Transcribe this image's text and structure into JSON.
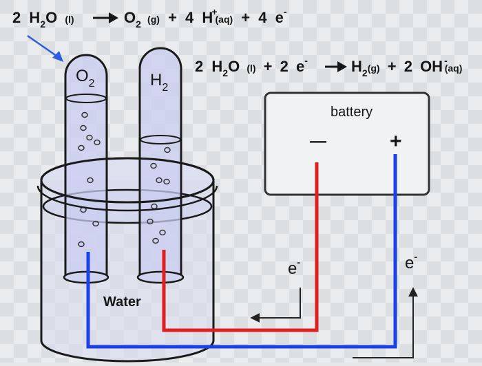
{
  "equations": {
    "anode": {
      "coef1": "2",
      "h": "H",
      "sub2": "2",
      "o": "O",
      "state1": "(l)",
      "o2": "O",
      "o2_sub": "2",
      "o2_state": "(g)",
      "plus1": "+",
      "coef2": "4",
      "hplus": "H",
      "hplus_sup": "+",
      "hplus_state": "(aq)",
      "plus2": "+",
      "coef3": "4",
      "e": "e",
      "e_sup": "-"
    },
    "cathode": {
      "coef1": "2",
      "h": "H",
      "sub2": "2",
      "o": "O",
      "state1": "(l)",
      "plus1": "+",
      "coef2": "2",
      "e": "e",
      "e_sup": "-",
      "h2": "H",
      "h2_sub": "2",
      "h2_state": "(g)",
      "plus2": "+",
      "coef3": "2",
      "oh": "OH",
      "oh_sup": "-",
      "oh_state": "(aq)"
    }
  },
  "tubes": {
    "left": {
      "symbol": "O",
      "sub": "2"
    },
    "right": {
      "symbol": "H",
      "sub": "2"
    }
  },
  "battery": {
    "label": "battery",
    "negative": "—",
    "positive": "+"
  },
  "water_label": "Water",
  "electron_left": {
    "symbol": "e",
    "sup": "-"
  },
  "electron_right": {
    "symbol": "e",
    "sup": "-"
  },
  "colors": {
    "red_wire": "#e02020",
    "blue_wire": "#1a40e8",
    "arrow_blue": "#2a5be0",
    "tube_fill": "#c9cdf0"
  }
}
